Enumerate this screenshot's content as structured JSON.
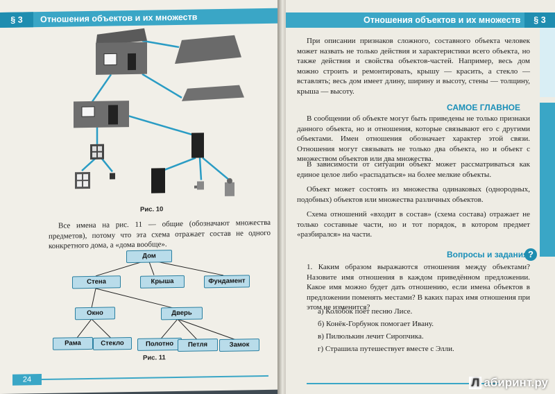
{
  "left_page": {
    "section": "§ 3",
    "header": "Отношения объектов и их множеств",
    "fig10_caption": "Рис. 10",
    "paragraph": "Все имена на рис. 11 — общие (обозначают множества предметов), потому что эта схема отражает состав не одного конкретного дома, а «дома вообще».",
    "fig11_caption": "Рис. 11",
    "page_number": "24",
    "tree": {
      "root": "Дом",
      "l1": [
        "Стена",
        "Крыша",
        "Фундамент"
      ],
      "l2": [
        "Окно",
        "Дверь"
      ],
      "l3_window": [
        "Рама",
        "Стекло"
      ],
      "l3_door": [
        "Полотно",
        "Петля",
        "Замок"
      ]
    }
  },
  "right_page": {
    "header": "Отношения объектов и их множеств",
    "section": "§ 3",
    "intro": "При описании признаков сложного, составного объекта человек может назвать не только действия и характеристики всего объекта, но также действия и свойства объектов-частей. Например, весь дом можно строить и ремонтировать, крышу — красить, а стекло — вставлять; весь дом имеет длину, ширину и высоту, стены — толщину, крыша — высоту.",
    "summary_heading": "САМОЕ ГЛАВНОЕ",
    "summary": [
      "В сообщении об объекте могут быть приведены не только признаки данного объекта, но и отношения, которые связывают его с другими объектами. Имен отношения обозначает характер этой связи. Отношения могут связывать не только два объекта, но и объект с множеством объектов или два множества.",
      "В зависимости от ситуации объект может рассматриваться как единое целое либо «распадаться» на более мелкие объекты.",
      "Объект может состоять из множества одинаковых (однородных, подобных) объектов или множества различных объектов.",
      "Схема отношений «входит в состав» (схема состава) отражает не только составные части, но и тот порядок, в котором предмет «разбирался» на части."
    ],
    "questions_heading": "Вопросы и задания",
    "question_badge": "?",
    "question": "1. Каким образом выражаются отношения между объектами? Назовите имя отношения в каждом приведённом предложении. Какое имя можно будет дать отношению, если имена объектов в предложении поменять местами? В каких парах имя отношения при этом не изменится?",
    "items": [
      "а) Колобок поёт песню Лисе.",
      "б) Конёк-Горбунок помогает Ивану.",
      "в) Пилюлькин лечит Сиропчика.",
      "г) Страшила путешествует вместе с Элли."
    ],
    "watermark_letter": "Л",
    "watermark": "абиринт.ру"
  },
  "colors": {
    "accent": "#3aa6c6",
    "accent_dark": "#1f8db0",
    "node_fill": "#b9dcea",
    "heading": "#1a8fb8"
  }
}
